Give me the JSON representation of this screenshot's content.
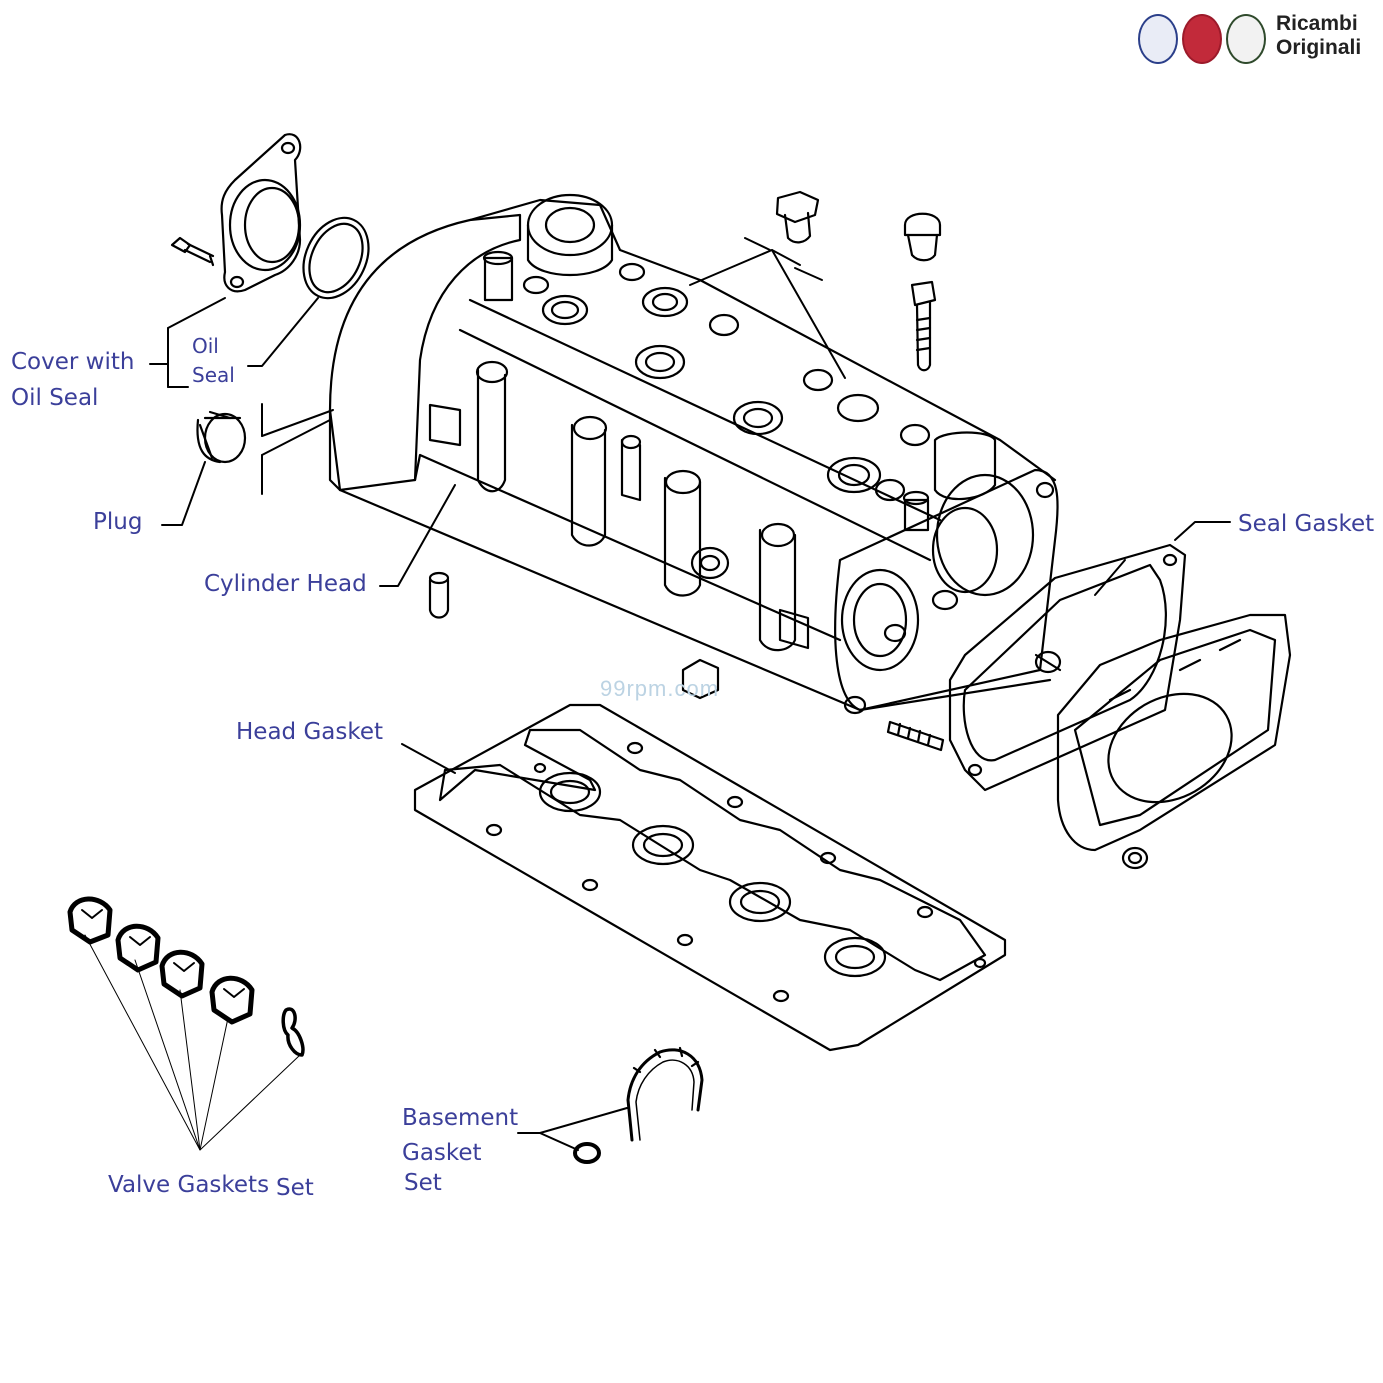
{
  "brand": {
    "line1": "Ricambi",
    "line2": "Originali",
    "logos": [
      "lancia-logo",
      "fiat-logo",
      "alfa-romeo-logo"
    ]
  },
  "watermark": "99rpm.com",
  "labels": {
    "cover_with": "Cover with",
    "oil_seal_line": "Oil Seal",
    "oil": "Oil",
    "seal": "Seal",
    "plug": "Plug",
    "cylinder_head": "Cylinder Head",
    "seal_gasket": "Seal Gasket",
    "head_gasket": "Head Gasket",
    "valve_gaskets": "Valve Gaskets",
    "set_valve": "Set",
    "basement": "Basement",
    "gasket": "Gasket",
    "set_basement": "Set"
  },
  "colors": {
    "label": "#3b3f9a",
    "line": "#000000",
    "watermark": "#bcd3e3"
  }
}
